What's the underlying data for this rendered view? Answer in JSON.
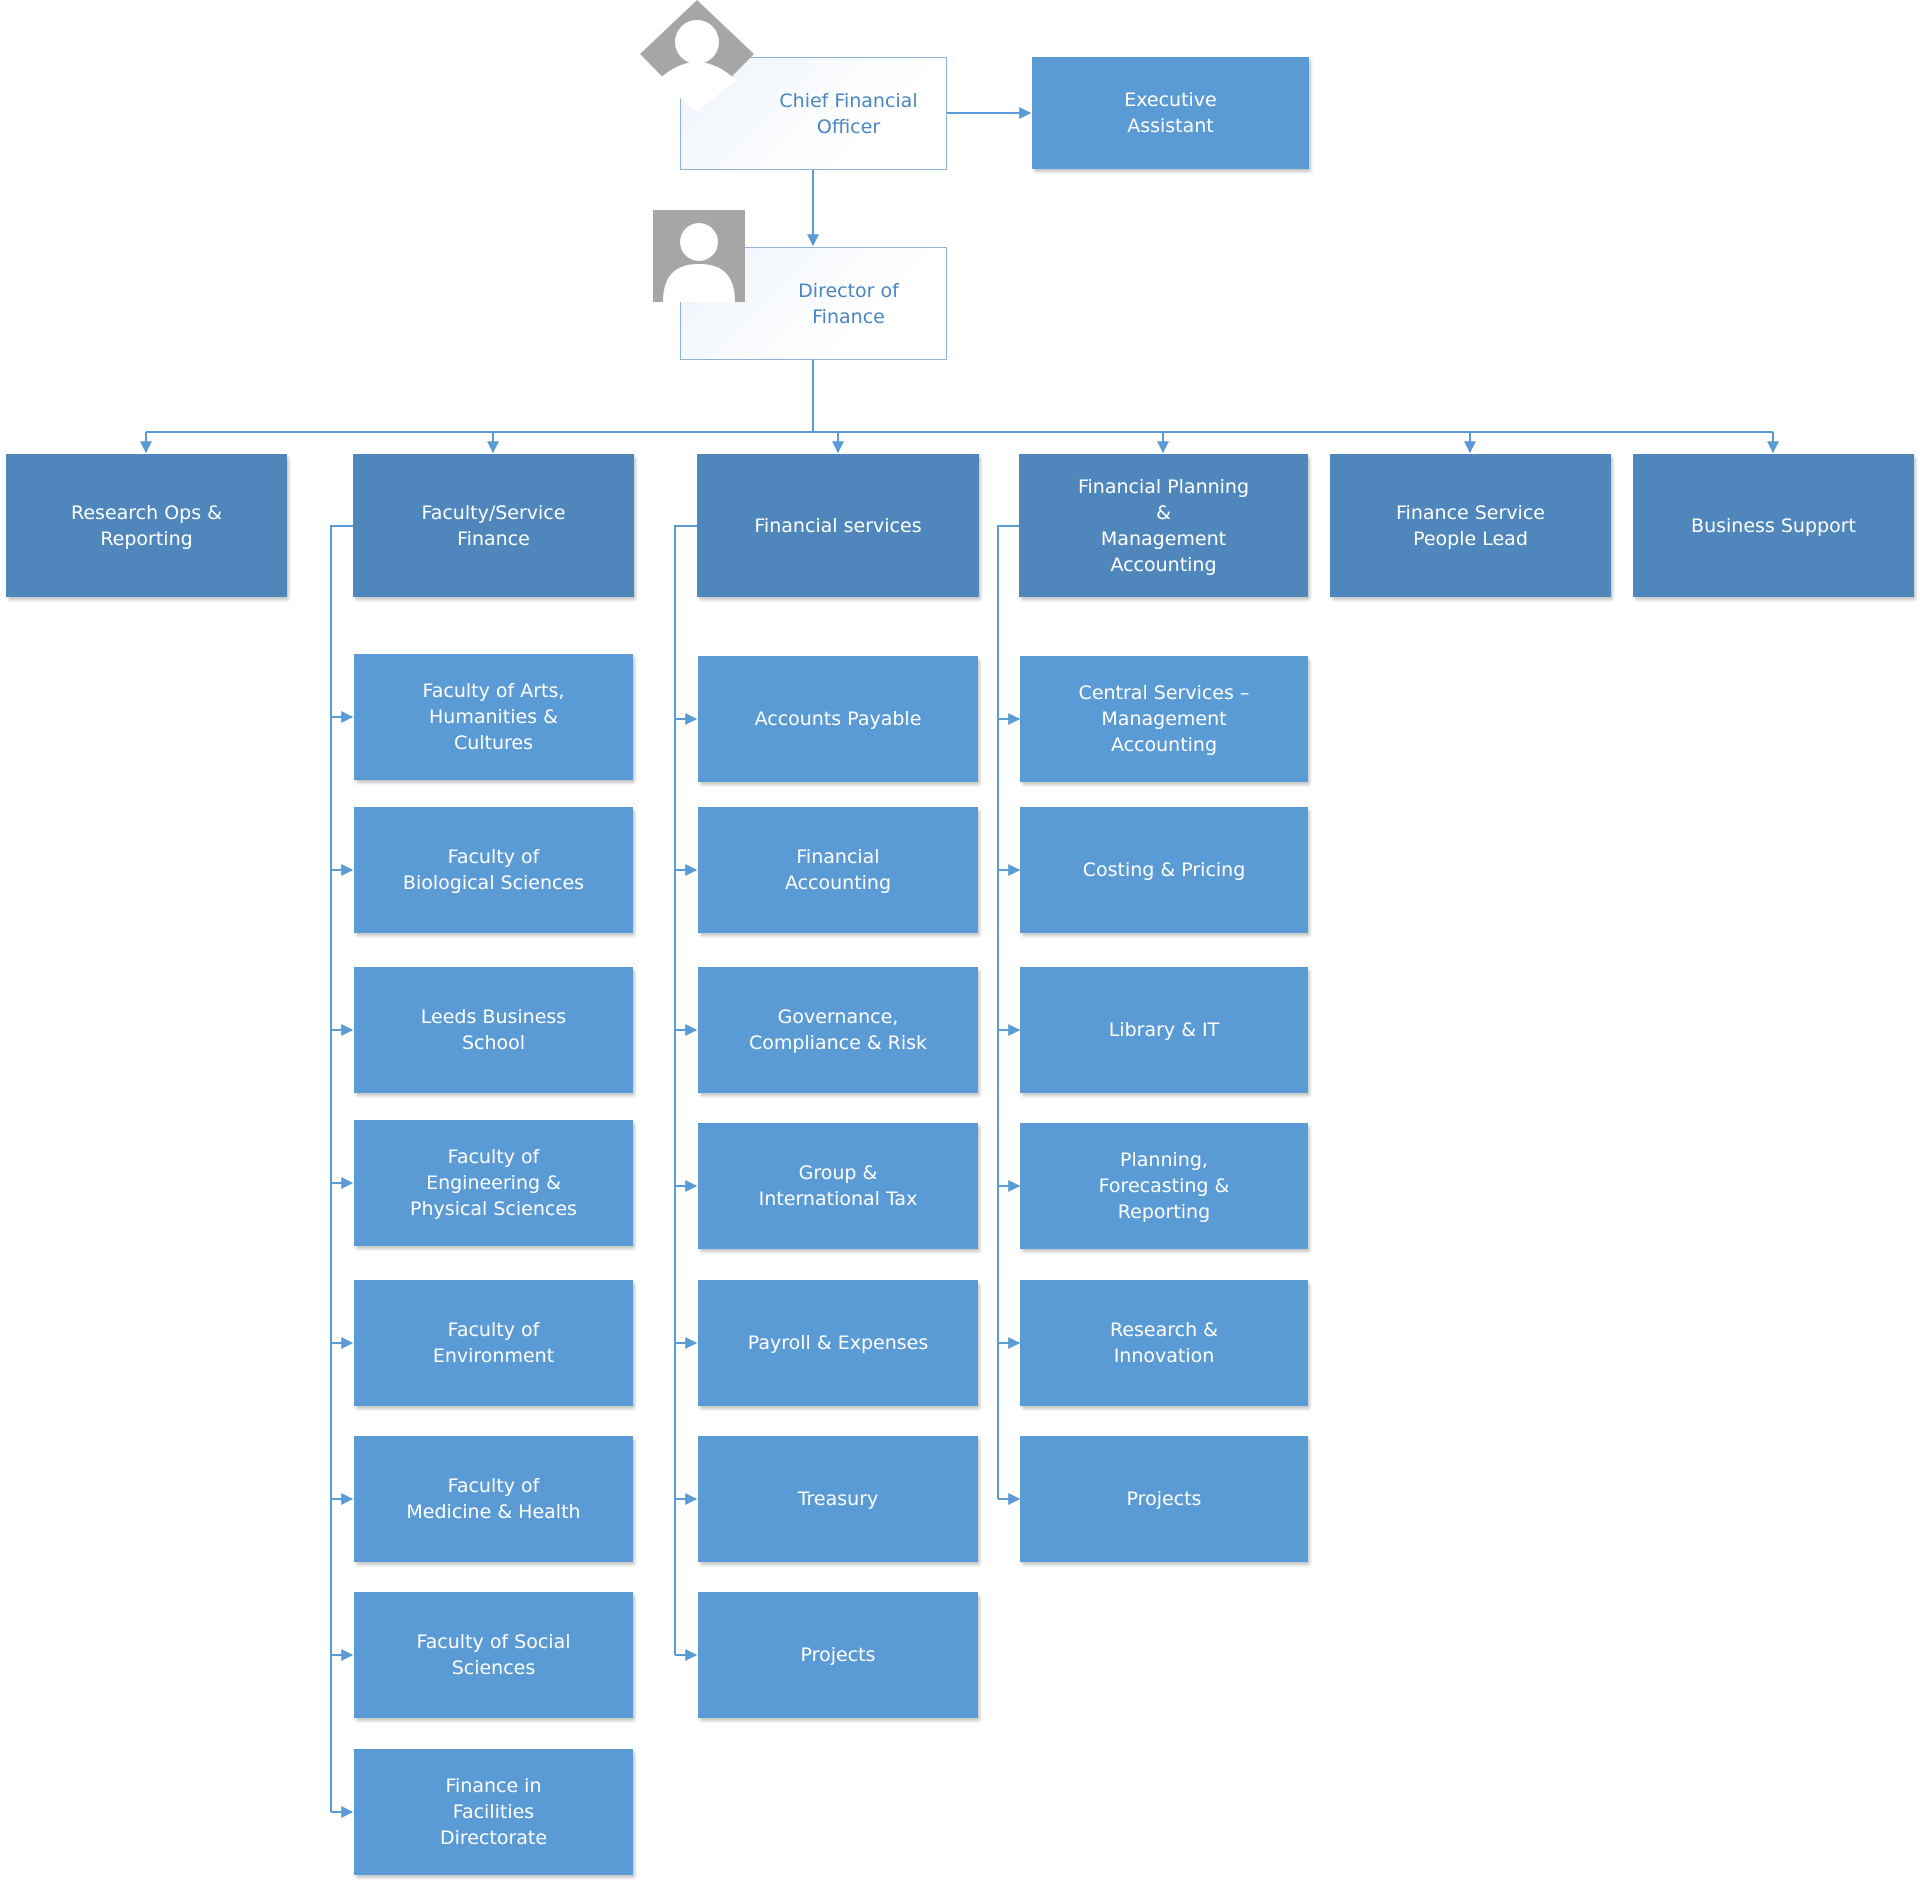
{
  "executive": {
    "cfo": "Chief Financial\nOfficer",
    "assistant": "Executive\nAssistant",
    "director": "Director of\nFinance"
  },
  "departments": [
    "Research Ops &\nReporting",
    "Faculty/Service\nFinance",
    "Financial services",
    "Financial Planning\n&\nManagement\nAccounting",
    "Finance Service\nPeople Lead",
    "Business Support"
  ],
  "faculty_service_finance": [
    "Faculty of Arts,\nHumanities &\nCultures",
    "Faculty of\nBiological Sciences",
    "Leeds Business\nSchool",
    "Faculty of\nEngineering &\nPhysical Sciences",
    "Faculty of\nEnvironment",
    "Faculty of\nMedicine & Health",
    "Faculty of Social\nSciences",
    "Finance in\nFacilities\nDirectorate"
  ],
  "financial_services": [
    "Accounts Payable",
    "Financial\nAccounting",
    "Governance,\nCompliance & Risk",
    "Group &\nInternational Tax",
    "Payroll & Expenses",
    "Treasury",
    "Projects"
  ],
  "financial_planning": [
    "Central Services –\nManagement\nAccounting",
    "Costing & Pricing",
    "Library & IT",
    "Planning,\nForecasting &\nReporting",
    "Research &\nInnovation",
    "Projects"
  ],
  "colors": {
    "department_fill": "#4f87bd",
    "unit_fill": "#5b9bd5",
    "connector": "#5b9bd5",
    "person_text": "#4a86c2",
    "avatar": "#a6a6a6"
  },
  "icons": [
    "person-avatar-icon"
  ]
}
